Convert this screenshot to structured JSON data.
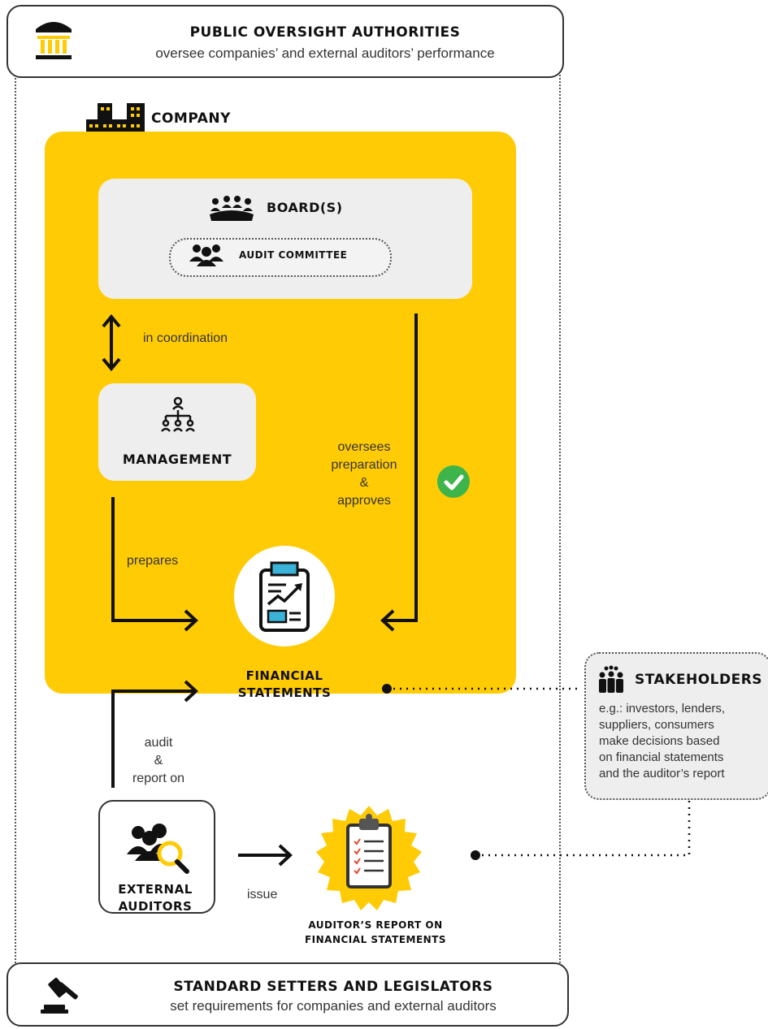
{
  "oversight": {
    "title": "PUBLIC OVERSIGHT AUTHORITIES",
    "subtitle": "oversee companies’ and external auditors’ performance",
    "icon": "bank-icon"
  },
  "company": {
    "title": "COMPANY",
    "icon": "buildings-icon"
  },
  "board": {
    "title": "BOARD(S)",
    "committee": "AUDIT COMMITTEE"
  },
  "coordination_label": "in coordination",
  "management": {
    "title": "MANAGEMENT"
  },
  "oversees_label": [
    "oversees",
    "preparation",
    "&",
    "approves"
  ],
  "prepares_label": "prepares",
  "financial_statements": [
    "FINANCIAL",
    "STATEMENTS"
  ],
  "audit_label": [
    "audit",
    "&",
    "report on"
  ],
  "external_auditors": [
    "EXTERNAL",
    "AUDITORS"
  ],
  "issue_label": "issue",
  "auditor_report": [
    "AUDITOR’S REPORT ON",
    "FINANCIAL STATEMENTS"
  ],
  "stakeholders": {
    "title": "STAKEHOLDERS",
    "text": [
      "e.g.: investors, lenders,",
      "suppliers, consumers",
      "make decisions based",
      "on financial statements",
      "and the auditor’s report"
    ]
  },
  "standards": {
    "title": "STANDARD SETTERS AND LEGISLATORS",
    "subtitle": "set requirements for companies and external auditors",
    "icon": "gavel-icon"
  },
  "colors": {
    "yellow": "#FFCB05",
    "grey": "#EEEEEE",
    "green": "#3DB54A",
    "blue": "#3BB3D8"
  }
}
